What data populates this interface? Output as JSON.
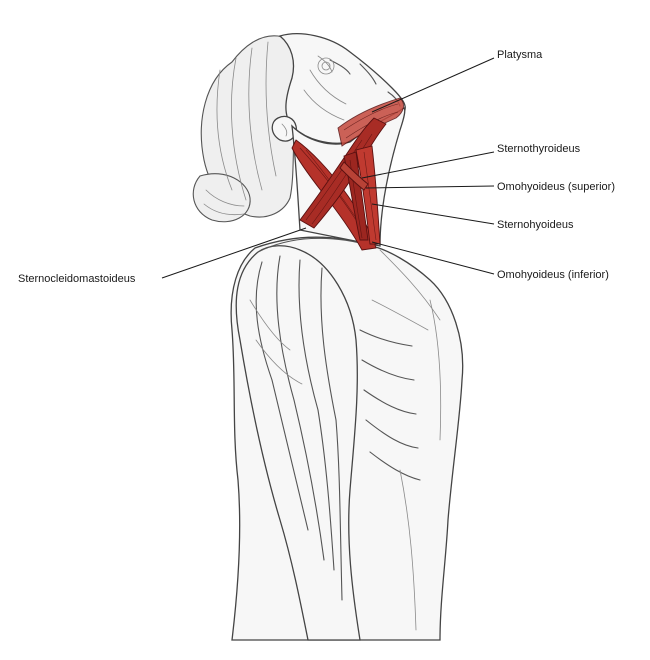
{
  "labels": {
    "platysma": "Platysma",
    "sternothyroideus": "Sternothyroideus",
    "omohyoideus_superior": "Omohyoideus (superior)",
    "sternohyoideus": "Sternohyoideus",
    "sternocleidomastoideus": "Sternocleidomastoideus",
    "omohyoideus_inferior": "Omohyoideus (inferior)"
  },
  "colors": {
    "muscle": "#b5322a",
    "muscle_dark": "#8a1f1a",
    "line": "#1a1a1a"
  }
}
